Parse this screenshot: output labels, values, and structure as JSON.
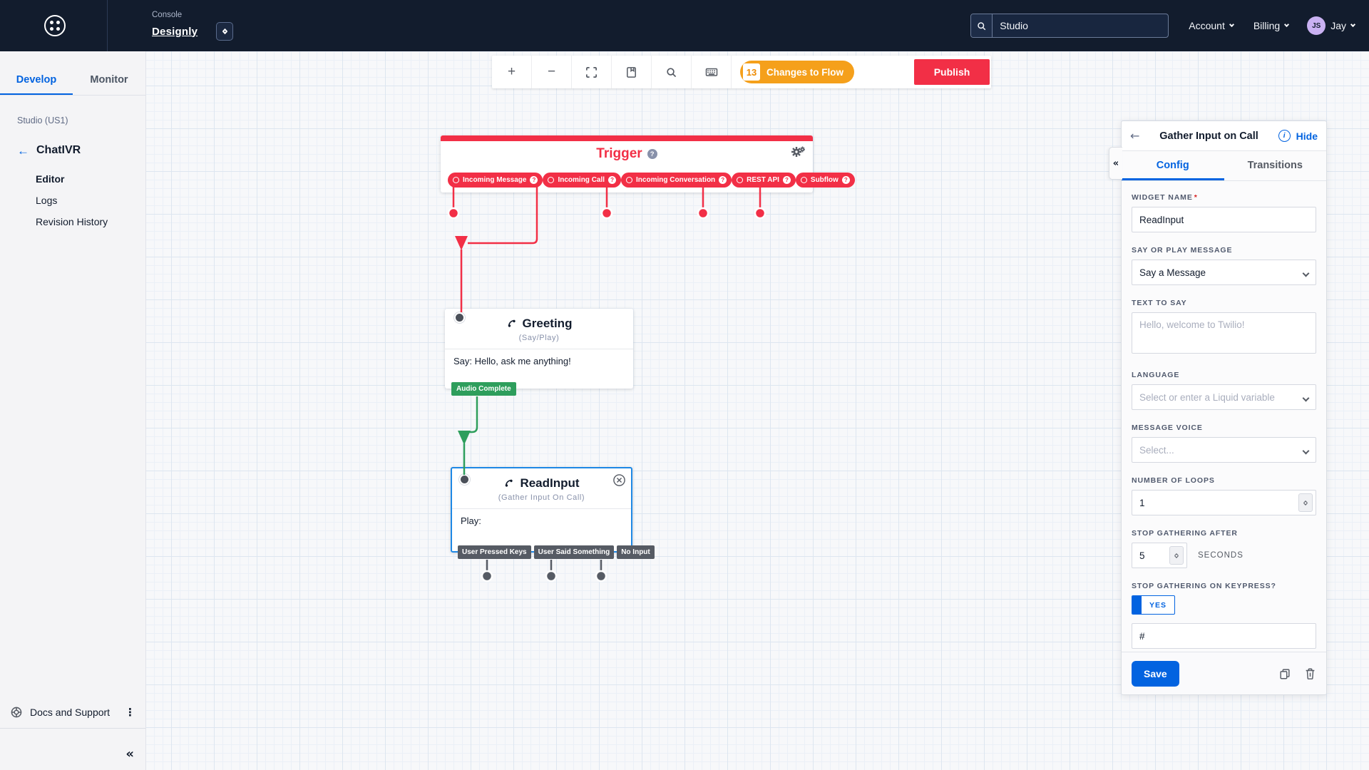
{
  "topnav": {
    "console_label": "Console",
    "account_name": "Designly",
    "search_value": "Studio",
    "account_menu": "Account",
    "billing_menu": "Billing",
    "avatar_initials": "JS",
    "user_name": "Jay"
  },
  "sidebar": {
    "tabs": [
      {
        "label": "Develop"
      },
      {
        "label": "Monitor"
      }
    ],
    "section_label": "Studio (US1)",
    "flow_name": "ChatIVR",
    "items": [
      {
        "label": "Editor"
      },
      {
        "label": "Logs"
      },
      {
        "label": "Revision History"
      }
    ],
    "docs_label": "Docs and Support"
  },
  "toolbar": {
    "changes_count": "13",
    "changes_label": "Changes to Flow",
    "publish_label": "Publish"
  },
  "flow": {
    "trigger": {
      "title": "Trigger",
      "pills": [
        "Incoming Message",
        "Incoming Call",
        "Incoming Conversation",
        "REST API",
        "Subflow"
      ]
    },
    "greeting": {
      "title": "Greeting",
      "subtitle": "(Say/Play)",
      "body": "Say: Hello, ask me anything!",
      "transition": "Audio Complete"
    },
    "readinput": {
      "title": "ReadInput",
      "subtitle": "(Gather Input On Call)",
      "body": "Play:",
      "transitions": [
        "User Pressed Keys",
        "User Said Something",
        "No Input"
      ]
    }
  },
  "panel": {
    "title": "Gather Input on Call",
    "hide_label": "Hide",
    "tabs": [
      "Config",
      "Transitions"
    ],
    "fields": {
      "widget_name_label": "WIDGET NAME",
      "widget_name_value": "ReadInput",
      "say_or_play_label": "SAY OR PLAY MESSAGE",
      "say_or_play_value": "Say a Message",
      "text_to_say_label": "TEXT TO SAY",
      "text_to_say_placeholder": "Hello, welcome to Twilio!",
      "language_label": "LANGUAGE",
      "language_placeholder": "Select or enter a Liquid variable",
      "voice_label": "MESSAGE VOICE",
      "voice_placeholder": "Select...",
      "loops_label": "NUMBER OF LOOPS",
      "loops_value": "1",
      "stop_after_label": "STOP GATHERING AFTER",
      "stop_after_value": "5",
      "stop_after_unit": "SECONDS",
      "keypress_label": "STOP GATHERING ON KEYPRESS?",
      "keypress_value": "YES",
      "keypress_key_value": "#"
    },
    "save_label": "Save"
  },
  "icons": {
    "help": "?",
    "info": "i",
    "back": "←",
    "collapse": "«",
    "kebab": "⋮",
    "zoom_in": "+",
    "zoom_out": "−",
    "required": "*"
  },
  "colors": {
    "nav_bg": "#121C2D",
    "brand_red": "#F22F46",
    "accent_blue": "#0263E0",
    "selection_blue": "#1E88E5",
    "warning_orange": "#F5A01B",
    "success_green": "#2E9E5C",
    "badge_gray": "#565B64",
    "avatar_purple": "#C9B1F2"
  }
}
